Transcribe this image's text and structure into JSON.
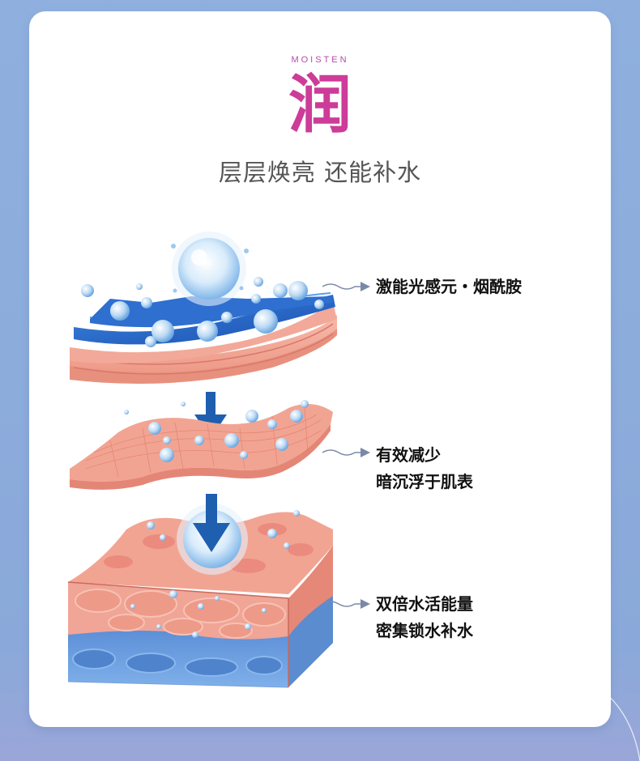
{
  "header": {
    "eyebrow": "MOISTEN",
    "title_char": "润",
    "subtitle": "层层焕亮 还能补水"
  },
  "callouts": [
    {
      "lines": [
        "激能光感元・烟酰胺"
      ]
    },
    {
      "lines": [
        "有效减少",
        "暗沉浮于肌表"
      ]
    },
    {
      "lines": [
        "双倍水活能量",
        "密集锁水补水"
      ]
    }
  ],
  "colors": {
    "background": "#8fb0df",
    "title_pink": "#cc3c98",
    "arrow_blue": "#1f5fb0",
    "skin_pink": "#f0a596",
    "water_blue": "#2e6fd0"
  },
  "icons": [
    "down-arrow-icon",
    "leader-arrow-icon",
    "water-sphere-icon"
  ]
}
